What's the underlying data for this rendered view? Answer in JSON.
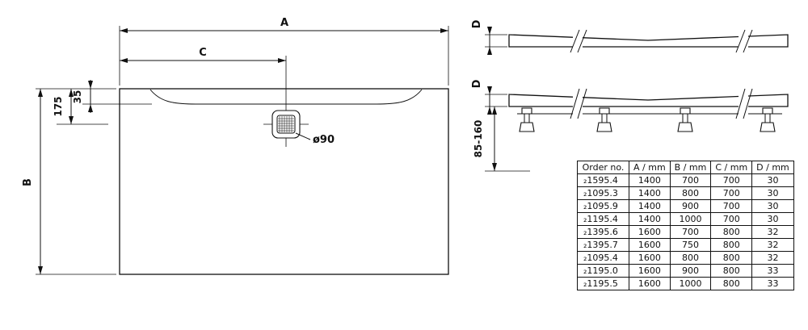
{
  "colors": {
    "line": "#111111",
    "background": "#ffffff"
  },
  "drawing": {
    "plan": {
      "dim_a": "A",
      "dim_b": "B",
      "dim_c": "C",
      "dim_top_offset": "175",
      "dim_rim_offset": "35",
      "drain_label": "ø90"
    },
    "side_top": {
      "dim_d": "D"
    },
    "side_bottom": {
      "dim_d": "D",
      "dim_height_range": "85-160"
    }
  },
  "table": {
    "headers": [
      "Order no.",
      "A / mm",
      "B / mm",
      "C / mm",
      "D / mm"
    ],
    "rows": [
      [
        "₂1595.4",
        "1400",
        "700",
        "700",
        "30"
      ],
      [
        "₂1095.3",
        "1400",
        "800",
        "700",
        "30"
      ],
      [
        "₂1095.9",
        "1400",
        "900",
        "700",
        "30"
      ],
      [
        "₂1195.4",
        "1400",
        "1000",
        "700",
        "30"
      ],
      [
        "₂1395.6",
        "1600",
        "700",
        "800",
        "32"
      ],
      [
        "₂1395.7",
        "1600",
        "750",
        "800",
        "32"
      ],
      [
        "₂1095.4",
        "1600",
        "800",
        "800",
        "32"
      ],
      [
        "₂1195.0",
        "1600",
        "900",
        "800",
        "33"
      ],
      [
        "₂1195.5",
        "1600",
        "1000",
        "800",
        "33"
      ]
    ]
  }
}
